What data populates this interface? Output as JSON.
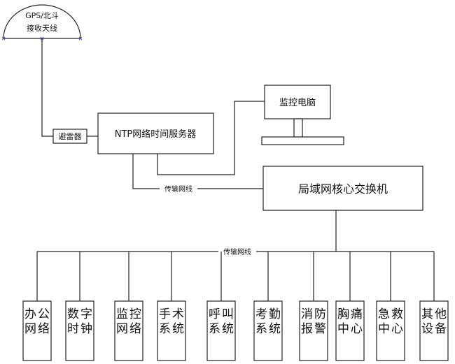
{
  "antenna": {
    "line1": "GPS/北斗",
    "line2": "接收天线"
  },
  "arrester": {
    "label": "避雷器"
  },
  "ntp_server": {
    "label": "NTP网络时间服务器"
  },
  "monitor_pc": {
    "label": "监控电脑"
  },
  "core_switch": {
    "label": "局域网核心交换机"
  },
  "cable_label_top": "传输网线",
  "cable_label_bus": "传输网线",
  "subsystems": [
    {
      "id": "office",
      "label": "办公网络"
    },
    {
      "id": "clock",
      "label": "数字时钟"
    },
    {
      "id": "monitor",
      "label": "监控网络"
    },
    {
      "id": "surgery",
      "label": "手术系统"
    },
    {
      "id": "call",
      "label": "呼叫系统"
    },
    {
      "id": "attendance",
      "label": "考勤系统"
    },
    {
      "id": "fire",
      "label": "消防报警"
    },
    {
      "id": "chestpain",
      "label": "胸痛中心"
    },
    {
      "id": "emergency",
      "label": "急救中心"
    },
    {
      "id": "other",
      "label": "其他设备"
    }
  ]
}
